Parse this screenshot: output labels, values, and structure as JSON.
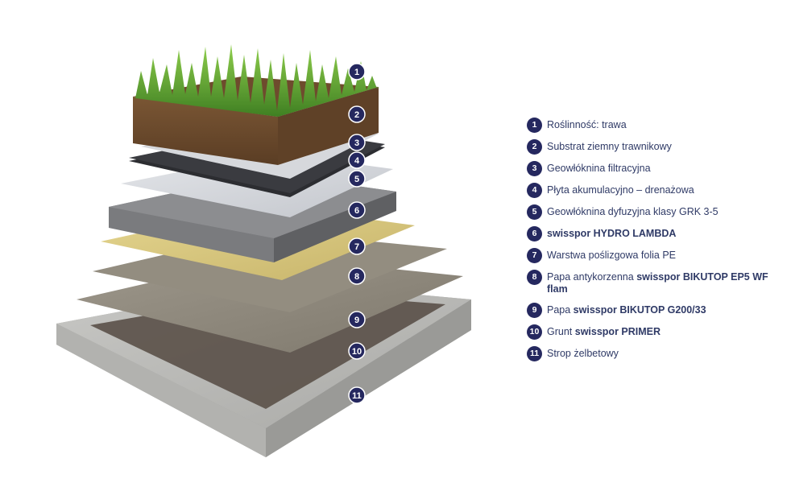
{
  "diagram": {
    "markers": [
      "1",
      "2",
      "3",
      "4",
      "5",
      "6",
      "7",
      "8",
      "9",
      "10",
      "11"
    ]
  },
  "legend": {
    "items": [
      {
        "num": "1",
        "text": "Roślinność: trawa",
        "bold": ""
      },
      {
        "num": "2",
        "text": "Substrat ziemny trawnikowy",
        "bold": ""
      },
      {
        "num": "3",
        "text": "Geowłóknina filtracyjna",
        "bold": ""
      },
      {
        "num": "4",
        "text": "Płyta akumulacyjno – drenażowa",
        "bold": ""
      },
      {
        "num": "5",
        "text": "Geowłóknina dyfuzyjna klasy GRK 3-5",
        "bold": ""
      },
      {
        "num": "6",
        "text": "",
        "bold": "swisspor HYDRO LAMBDA"
      },
      {
        "num": "7",
        "text": "Warstwa poślizgowa folia PE",
        "bold": ""
      },
      {
        "num": "8",
        "text": "Papa antykorzenna ",
        "bold": "swisspor BIKUTOP EP5 WF flam"
      },
      {
        "num": "9",
        "text": "Papa ",
        "bold": "swisspor BIKUTOP G200/33"
      },
      {
        "num": "10",
        "text": "Grunt ",
        "bold": "swisspor PRIMER"
      },
      {
        "num": "11",
        "text": "Strop żelbetowy",
        "bold": ""
      }
    ]
  },
  "colors": {
    "badge": "#25285f",
    "legend_text": "#2f3a66",
    "grass": "#4f9a2c",
    "soil": "#6b4a2c",
    "concrete": "#b9b9b6",
    "insulation": "#7c7d80",
    "pe_foil": "#d9c87e",
    "membrane": "#8f887a",
    "primer": "#5a5048"
  }
}
